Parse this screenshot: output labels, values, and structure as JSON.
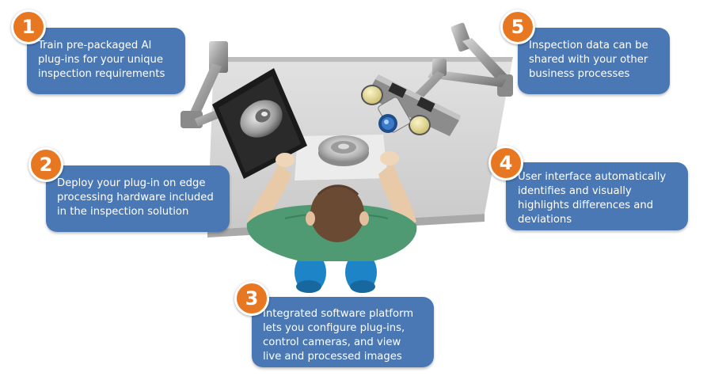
{
  "colors": {
    "callout_fill": "#4a78b5",
    "badge_fill": "#e87722",
    "table": "#d6d6d6",
    "shirt": "#4f9a72",
    "pants": "#1e84c8",
    "hair": "#6b4a34"
  },
  "callouts": [
    {
      "number": "1",
      "text": "Train pre-packaged AI\nplug-ins for your unique\ninspection requirements"
    },
    {
      "number": "2",
      "text": "Deploy your plug-in on edge\nprocessing hardware included\nin the inspection solution"
    },
    {
      "number": "3",
      "text": "Integrated software platform\nlets you configure plug-ins,\ncontrol cameras, and view\nlive and processed images"
    },
    {
      "number": "4",
      "text": "User interface automatically\nidentifies and visually\nhighlights differences and\ndeviations"
    },
    {
      "number": "5",
      "text": "Inspection data can be\nshared with your other\nbusiness processes"
    }
  ]
}
